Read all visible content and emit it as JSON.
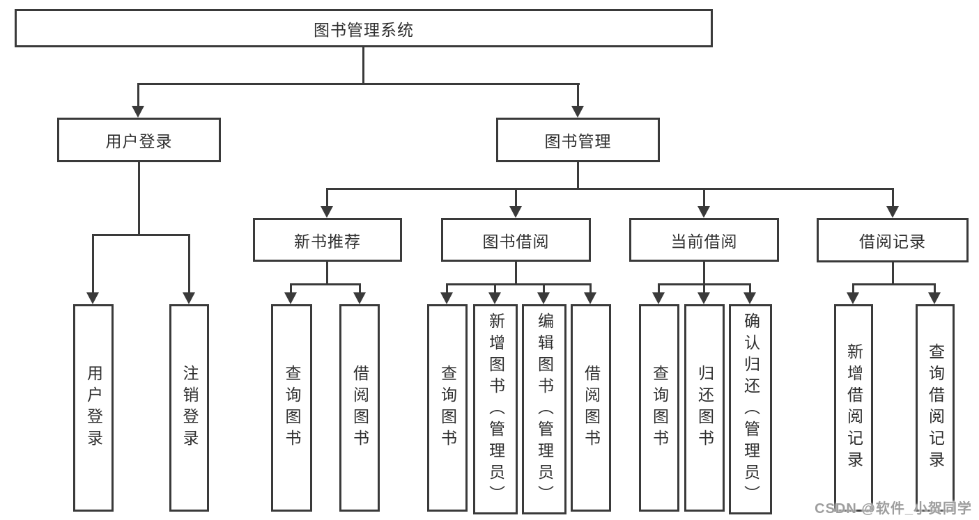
{
  "tree": {
    "root": {
      "label": "图书管理系统"
    },
    "children": [
      {
        "label": "用户登录",
        "children": [
          "用户登录",
          "注销登录"
        ]
      },
      {
        "label": "图书管理",
        "children": [
          {
            "label": "新书推荐",
            "children": [
              "查询图书",
              "借阅图书"
            ]
          },
          {
            "label": "图书借阅",
            "children": [
              "查询图书",
              "新增图书（管理员）",
              "编辑图书（管理员）",
              "借阅图书"
            ]
          },
          {
            "label": "当前借阅",
            "children": [
              "查询图书",
              "归还图书",
              "确认归还（管理员）"
            ]
          },
          {
            "label": "借阅记录",
            "children": [
              "新增借阅记录",
              "查询借阅记录"
            ]
          }
        ]
      }
    ]
  },
  "watermark": "CSDN @软件_小贺同学",
  "colors": {
    "line": "#3a3a3a",
    "text": "#2f2f2f",
    "watermark": "#9e9e9e",
    "background": "#ffffff"
  }
}
